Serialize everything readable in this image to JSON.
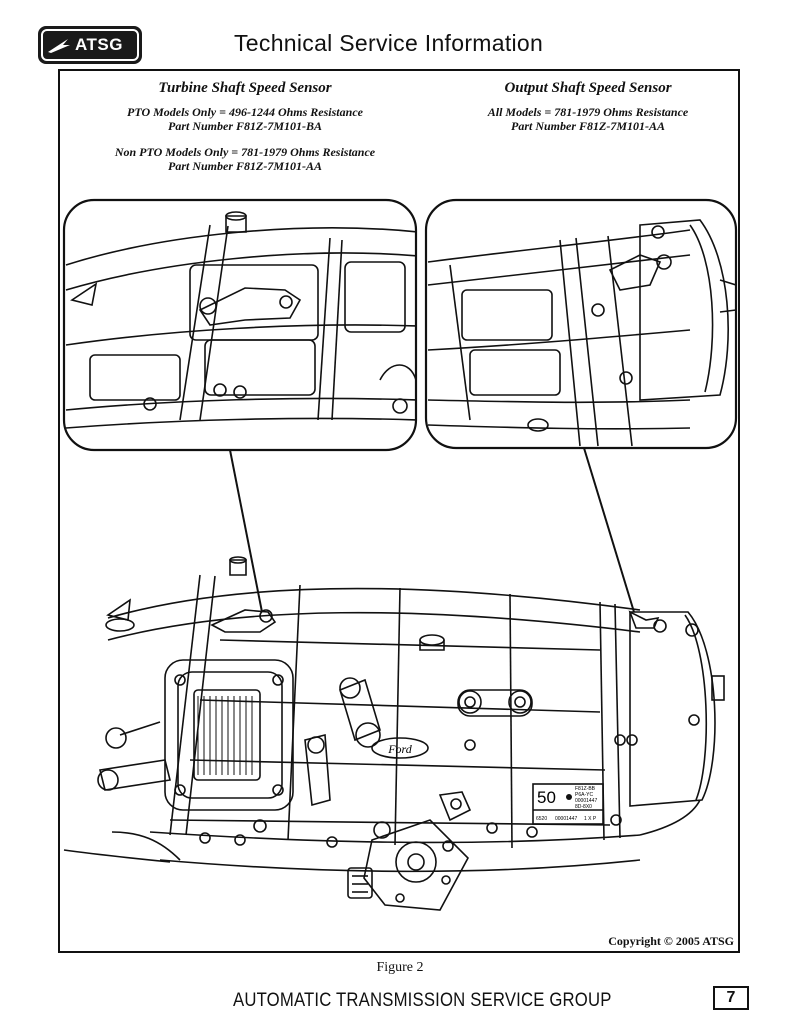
{
  "header": {
    "logo_text": "ATSG",
    "title": "Technical Service Information"
  },
  "left_sensor": {
    "title": "Turbine Shaft Speed Sensor",
    "pto_line1": "PTO Models Only = 496-1244 Ohms Resistance",
    "pto_line2": "Part Number  F81Z-7M101-BA",
    "non_pto_line1": "Non PTO Models Only = 781-1979 Ohms Resistance",
    "non_pto_line2": "Part Number  F81Z-7M101-AA"
  },
  "right_sensor": {
    "title": "Output Shaft Speed Sensor",
    "line1": "All Models = 781-1979 Ohms Resistance",
    "line2": "Part Number  F81Z-7M101-AA"
  },
  "drawing": {
    "ford_badge": "Ford",
    "tag_number": "50",
    "tag_line1": "F81Z-BB",
    "tag_line2": "P6A-YC",
    "tag_line3": "00001447",
    "tag_line4": "8D-8X0",
    "tag_bottom_left": "6520",
    "tag_bottom_mid": "00001447",
    "tag_bottom_right": "1 X P"
  },
  "copyright": "Copyright © 2005 ATSG",
  "figure_caption": "Figure 2",
  "footer": {
    "title": "AUTOMATIC TRANSMISSION SERVICE GROUP",
    "page_number": "7"
  },
  "colors": {
    "ink": "#111111",
    "paper": "#ffffff",
    "logo_bg": "#1a1a1a"
  }
}
